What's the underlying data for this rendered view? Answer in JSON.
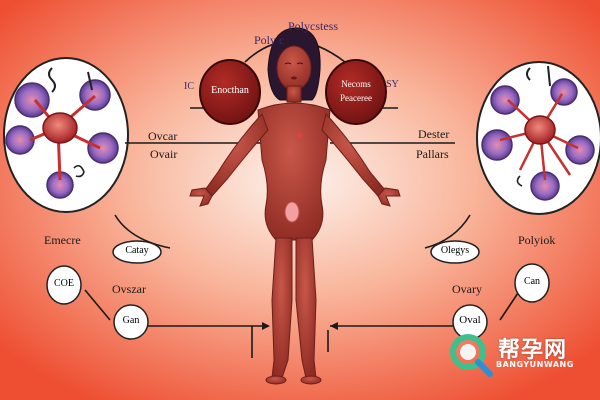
{
  "labels": {
    "top_title": "Polycstess",
    "top_title_alt": "Poly c",
    "ic": "IC",
    "sy": "SY",
    "left_bubble": "Enocthan",
    "right_bubble_line1": "Necoms",
    "right_bubble_line2": "Peaceree",
    "ovcar": "Ovcar",
    "ovair": "Ovair",
    "dester": "Dester",
    "pallars": "Pallars",
    "emecre": "Emecre",
    "polyiok": "Polyiok",
    "catay": "Catay",
    "olegys": "Olegys",
    "coe": "COE",
    "ovszar": "Ovszar",
    "ovary": "Ovary",
    "can": "Can",
    "gan": "Gan",
    "oval": "Oval"
  },
  "brand": {
    "name_cn": "帮孕网",
    "name_en": "BANGYUNWANG",
    "logo_icon": "magnifier-logo-icon"
  },
  "colors": {
    "background_center": "#fdf0ea",
    "background_edge": "#f0583a",
    "body": "#b23d2f",
    "bubble": "#8c1c1c",
    "accent_purple": "#7a5bb0",
    "accent_red": "#c82f2f"
  }
}
